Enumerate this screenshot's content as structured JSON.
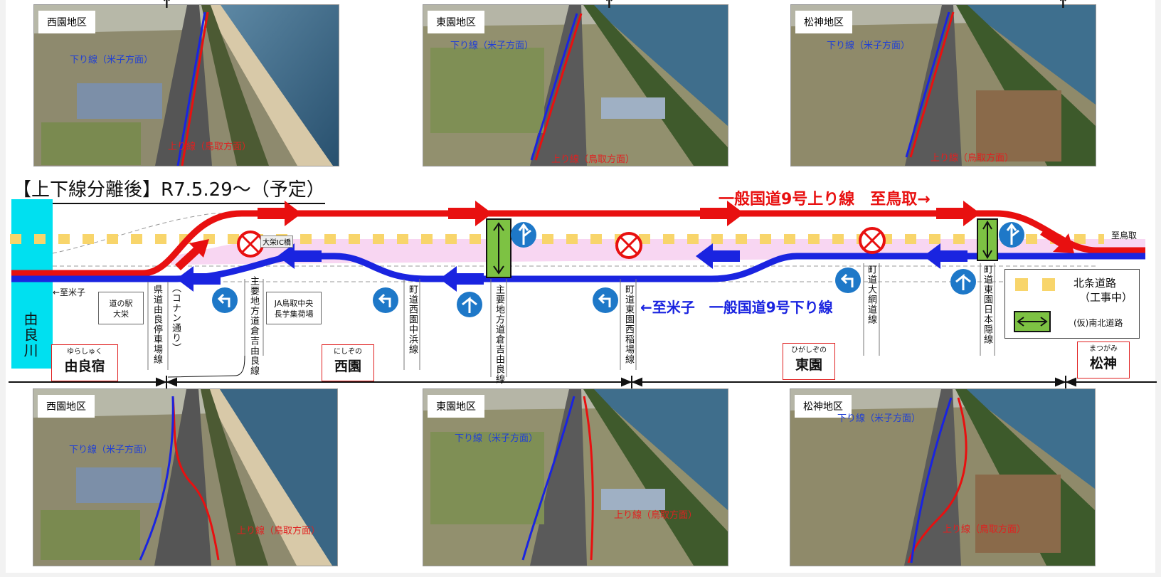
{
  "colors": {
    "up_line": "#e81010",
    "down_line": "#1a24e0",
    "river": "#00e0f0",
    "hojo_road": "#f8d56b",
    "nanboku_road": "#7dc243",
    "district_border": "#e02020"
  },
  "photos_top": [
    {
      "label": "西園地区",
      "down": "下り線（米子方面）",
      "up": "上り線（鳥取方面）"
    },
    {
      "label": "東園地区",
      "down": "下り線（米子方面）",
      "up": "上り線（鳥取方面）"
    },
    {
      "label": "松神地区",
      "down": "下り線（米子方面）",
      "up": "上り線（鳥取方面）"
    }
  ],
  "photos_bottom": [
    {
      "label": "西園地区",
      "down": "下り線（米子方面）",
      "up": "上り線（鳥取方面）"
    },
    {
      "label": "東園地区",
      "down": "下り線（米子方面）",
      "up": "上り線（鳥取方面）"
    },
    {
      "label": "松神地区",
      "down": "下り線（米子方面）",
      "up": "上り線（鳥取方面）"
    }
  ],
  "heading": "【上下線分離後】R7.5.29～（予定）",
  "route_up": "一般国道9号上り線　至鳥取→",
  "route_down": "←至米子　一般国道9号下り線",
  "to_tottori": "至鳥取",
  "to_yonago": "←至米子",
  "river": "由良川",
  "ic_label": "大栄IC橋",
  "road_names": {
    "yura_station": "県道由良停車場線",
    "conan": "（コナン通り）",
    "kurayoshi_yura_1": "主要地方道倉吉由良線",
    "nishizono_hama": "町道西園中浜線",
    "kurayoshi_yura_2": "主要地方道倉吉由良線",
    "higashizono_inaba": "町道東園西稲場線",
    "oami": "町道大網道線",
    "higashizono_nihon": "町道東園日本隠線"
  },
  "boxes": {
    "michinoeki": "道の駅\n大栄",
    "ja": "JA鳥取中央\n長芋集荷場"
  },
  "districts": [
    {
      "ruby": "ゆらしゅく",
      "name": "由良宿"
    },
    {
      "ruby": "にしぞの",
      "name": "西園"
    },
    {
      "ruby": "ひがしぞの",
      "name": "東園"
    },
    {
      "ruby": "まつがみ",
      "name": "松神"
    }
  ],
  "legend": {
    "hojo": "北条道路",
    "hojo_note": "（工事中）",
    "nanboku": "(仮)南北道路"
  },
  "north_mark": "↑"
}
